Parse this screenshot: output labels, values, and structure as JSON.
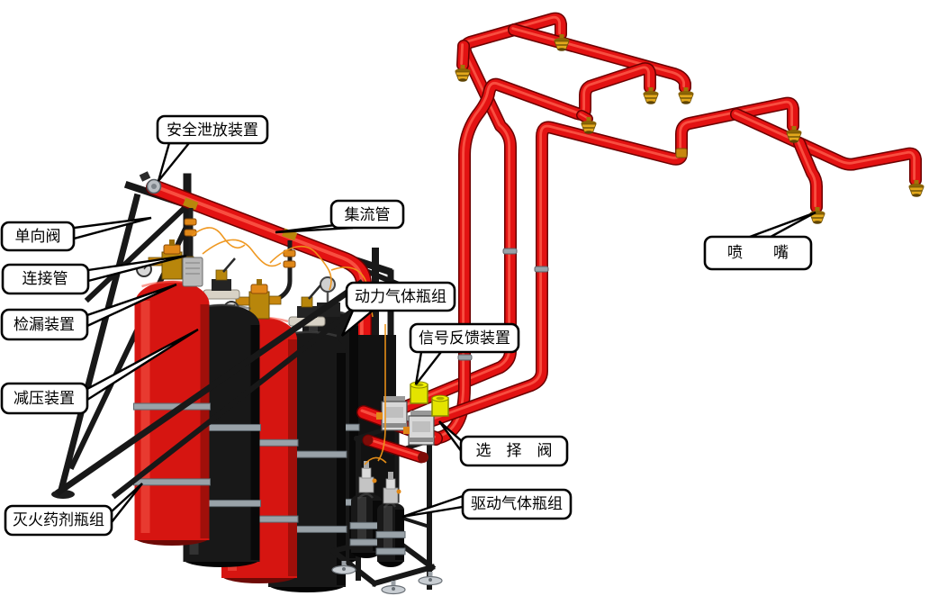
{
  "diagram_type": "fire-suppression-system-assembly",
  "labels": {
    "safety_relief": "安全泄放装置",
    "manifold": "集流管",
    "check_valve": "单向阀",
    "connecting_pipe": "连接管",
    "leak_detector": "检漏装置",
    "pressure_reducer": "减压装置",
    "agent_cylinders": "灭火药剂瓶组",
    "power_gas_cylinders": "动力气体瓶组",
    "signal_feedback": "信号反馈装置",
    "selector_valve": "选　择　阀",
    "driving_gas_cylinders": "驱动气体瓶组",
    "nozzle": "喷　　嘴"
  },
  "colors": {
    "pipe_red": "#e31212",
    "pipe_outline": "#6b0000",
    "pipe_sheen": "#ff6350",
    "cylinder_red": "#d61511",
    "cylinder_black": "#181818",
    "band_gray": "#99a2a8",
    "frame_black": "#181818",
    "nozzle_gold": "#e2a81c",
    "fitting_orange": "#e08818",
    "brass": "#b8860b",
    "signal_yellow": "#e4e400",
    "valve_gray": "#d8d8d8",
    "callout_bg": "#ffffff",
    "callout_border": "#000000"
  }
}
